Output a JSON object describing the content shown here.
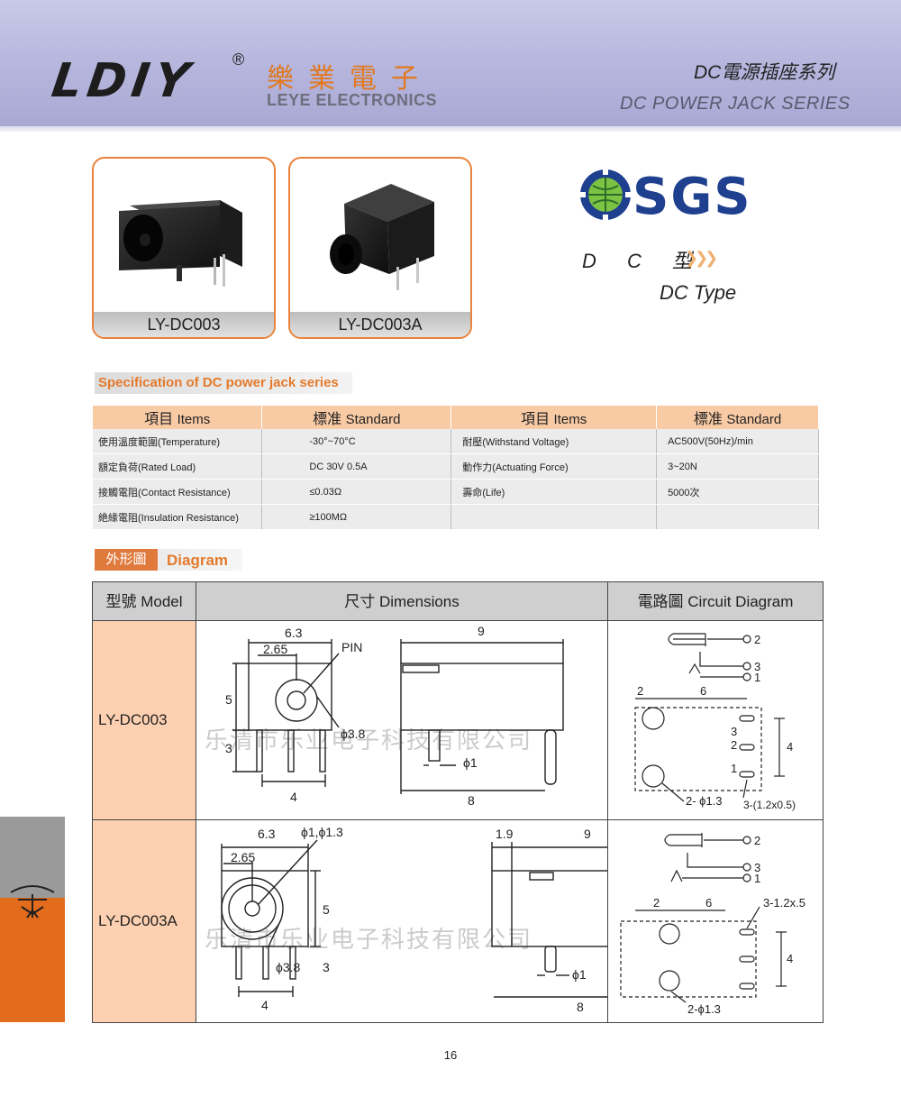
{
  "header": {
    "logo": "LDIY",
    "registered_mark": "®",
    "brand_cn": "樂業電子",
    "brand_en": "LEYE ELECTRONICS",
    "series_cn": "DC電源插座系列",
    "series_en": "DC POWER JACK SERIES"
  },
  "products": [
    {
      "name": "LY-DC003"
    },
    {
      "name": "LY-DC003A"
    }
  ],
  "certification": {
    "logo_text": "SGS"
  },
  "type_label": {
    "cn": "D C 型",
    "en": "DC  Type"
  },
  "spec": {
    "title": "Specification of DC power jack series",
    "headers": {
      "items_cn": "項目",
      "items_en": "Items",
      "standard_cn": "標准",
      "standard_en": "Standard"
    },
    "rows": [
      {
        "item1": "使用溫度範圍(Temperature)",
        "std1": "-30°~70°C",
        "item2": "耐壓(Withstand Voltage)",
        "std2": "AC500V(50Hz)/min"
      },
      {
        "item1": "額定負荷(Rated Load)",
        "std1": "DC 30V  0.5A",
        "item2": "動作力(Actuating Force)",
        "std2": "3~20N"
      },
      {
        "item1": "接觸電阻(Contact Resistance)",
        "std1": "≤0.03Ω",
        "item2": "壽命(Life)",
        "std2": "5000次"
      },
      {
        "item1": "絶緣電阻(Insulation Resistance)",
        "std1": "≥100MΩ",
        "item2": "",
        "std2": ""
      }
    ]
  },
  "diagram": {
    "title_cn": "外形圖",
    "title_en": "Diagram",
    "col_model": "型號 Model",
    "col_dimensions": "尺寸 Dimensions",
    "col_circuit": "電路圖 Circuit Diagram",
    "rows": [
      {
        "model": "LY-DC003",
        "dims": {
          "w_top": "6.3",
          "w_inner": "2.65",
          "pin": "PIN",
          "h_body": "5",
          "h_pin": "3",
          "hole": "ϕ3.8",
          "pitch": "4",
          "len": "9",
          "len_bottom": "8",
          "pin_dia": "ϕ1"
        },
        "circuit": {
          "p2": "2",
          "p3": "3",
          "p1": "1",
          "d2": "2",
          "d6": "6",
          "d4": "4",
          "hole_note": "2- ϕ1.3",
          "slot_note": "3-(1.2x0.5)",
          "s3": "3",
          "s2": "2",
          "s1": "1"
        }
      },
      {
        "model": "LY-DC003A",
        "dims": {
          "w_top": "6.3",
          "w_inner": "2.65",
          "hole_note": "ϕ1,ϕ1.3",
          "h_body": "5",
          "h_pin": "3",
          "hole": "ϕ3.8",
          "pitch": "4",
          "front": "1.9",
          "len": "9",
          "len_bottom": "8",
          "pin_dia": "ϕ1"
        },
        "circuit": {
          "p2": "2",
          "p3": "3",
          "p1": "1",
          "d2": "2",
          "d6": "6",
          "d4": "4",
          "hole_note": "2-ϕ1.3",
          "slot_note": "3-1.2x.5"
        }
      }
    ],
    "watermark": "乐清市乐业电子科技有限公司"
  },
  "page_number": "16",
  "colors": {
    "accent": "#e47a2c",
    "header_bg": "#b8b8de",
    "table_head": "#f9cba5",
    "model_cell": "#fcd0b0",
    "sgs_blue": "#1f3f8f"
  }
}
